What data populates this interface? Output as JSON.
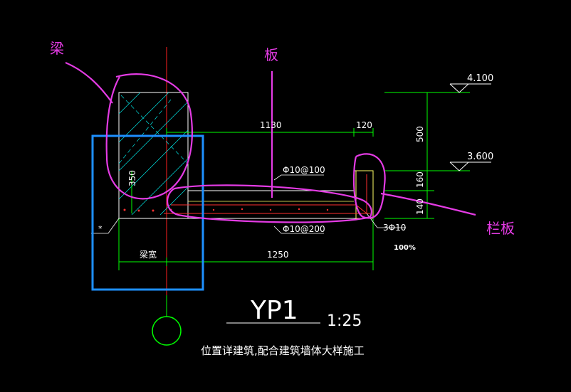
{
  "annotations": {
    "beam": "梁",
    "slab": "板",
    "parapet": "栏板"
  },
  "dimensions": {
    "top_span": "1130",
    "top_right": "120",
    "bottom_span": "1250",
    "beam_height": "350",
    "beam_width": "梁宽",
    "height_500": "500",
    "height_160": "160",
    "height_140": "140"
  },
  "elevations": {
    "upper": "4.100",
    "lower": "3.600"
  },
  "rebar": {
    "top": "Φ10@100",
    "bottom": "Φ10@200",
    "corner": "3Φ10",
    "star": "*"
  },
  "zoom": "100%",
  "title": {
    "name": "YP1",
    "scale": "1:25",
    "note": "位置详建筑,配合建筑墙体大样施工"
  },
  "colors": {
    "background": "#000000",
    "line": "#ffffff",
    "dimension": "#00ff00",
    "axis": "#ff0000",
    "hatch": "#00ffff",
    "rebar": "#ff3030",
    "annotation": "#e43be4",
    "highlight": "#1e90ff",
    "wall": "#ffff66"
  }
}
